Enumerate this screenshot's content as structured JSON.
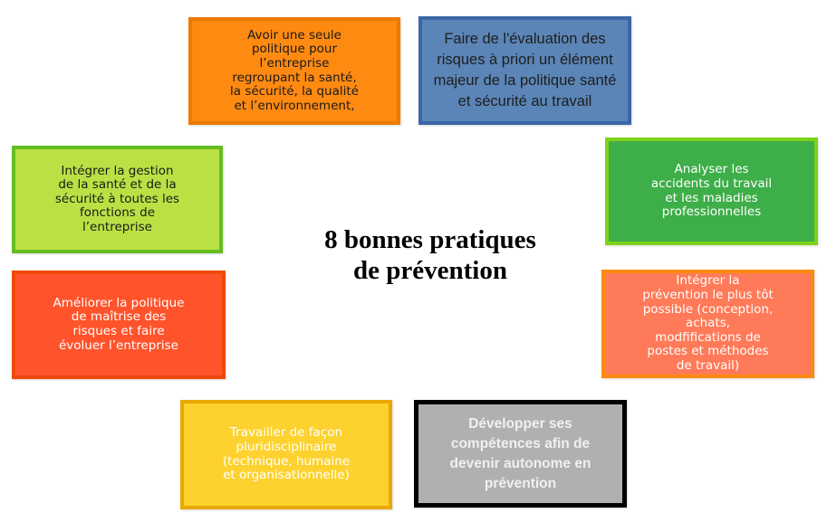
{
  "diagram": {
    "title": {
      "line1": "8 bonnes pratiques",
      "line2": "de prévention"
    },
    "practices": [
      {
        "id": "politique-unique",
        "text": "Avoir une seule\npolitique pour\nl’entreprise\nregroupant la santé,\nla sécurité, la qualité\net l’environnement,",
        "fill": "#ff8a12",
        "border": "#ec7a00",
        "text_color": "#1a1a1a"
      },
      {
        "id": "evaluation-risques",
        "text": "Faire de l'évaluation des\nrisques à priori un élément\nmajeur de la politique santé\net sécurité au travail",
        "fill": "#5b85b7",
        "border": "#3b66a8",
        "text_color": "#1e1e1e"
      },
      {
        "id": "analyser-accidents",
        "text": "Analyser les\naccidents du travail\net les maladies\nprofessionnelles",
        "fill": "#3eae48",
        "border": "#7fd21c",
        "text_color": "#ffffff"
      },
      {
        "id": "prevention-tot",
        "text": "Intégrer la\nprévention le plus tôt\npossible (conception,\nachats,\nmodfifications de\npostes et méthodes\nde travail)",
        "fill": "#ff7a58",
        "border": "#ff8a10",
        "text_color": "#ffffff"
      },
      {
        "id": "developper-competences",
        "text": "Développer ses\ncompétences afin de\ndevenir autonome en\nprévention",
        "fill": "#b0b0b0",
        "border": "#000000",
        "text_color": "#f0f0f0"
      },
      {
        "id": "pluridisciplinaire",
        "text": "Travailler de façon\npluridisciplinaire\n(technique, humaine\net organisationnelle)",
        "fill": "#fdd22e",
        "border": "#eba800",
        "text_color": "#ffffff"
      },
      {
        "id": "maitrise-risques",
        "text": "Améliorer la politique\nde maîtrise des\nrisques et faire\névoluer l’entreprise",
        "fill": "#ff532b",
        "border": "#ec4a08",
        "text_color": "#ffffff"
      },
      {
        "id": "integrer-gestion",
        "text": "Intégrer la gestion\nde la santé et de la\nsécurité à toutes les\nfonctions de\nl’entreprise",
        "fill": "#b9e144",
        "border": "#66bc22",
        "text_color": "#1a1a1a"
      }
    ]
  }
}
